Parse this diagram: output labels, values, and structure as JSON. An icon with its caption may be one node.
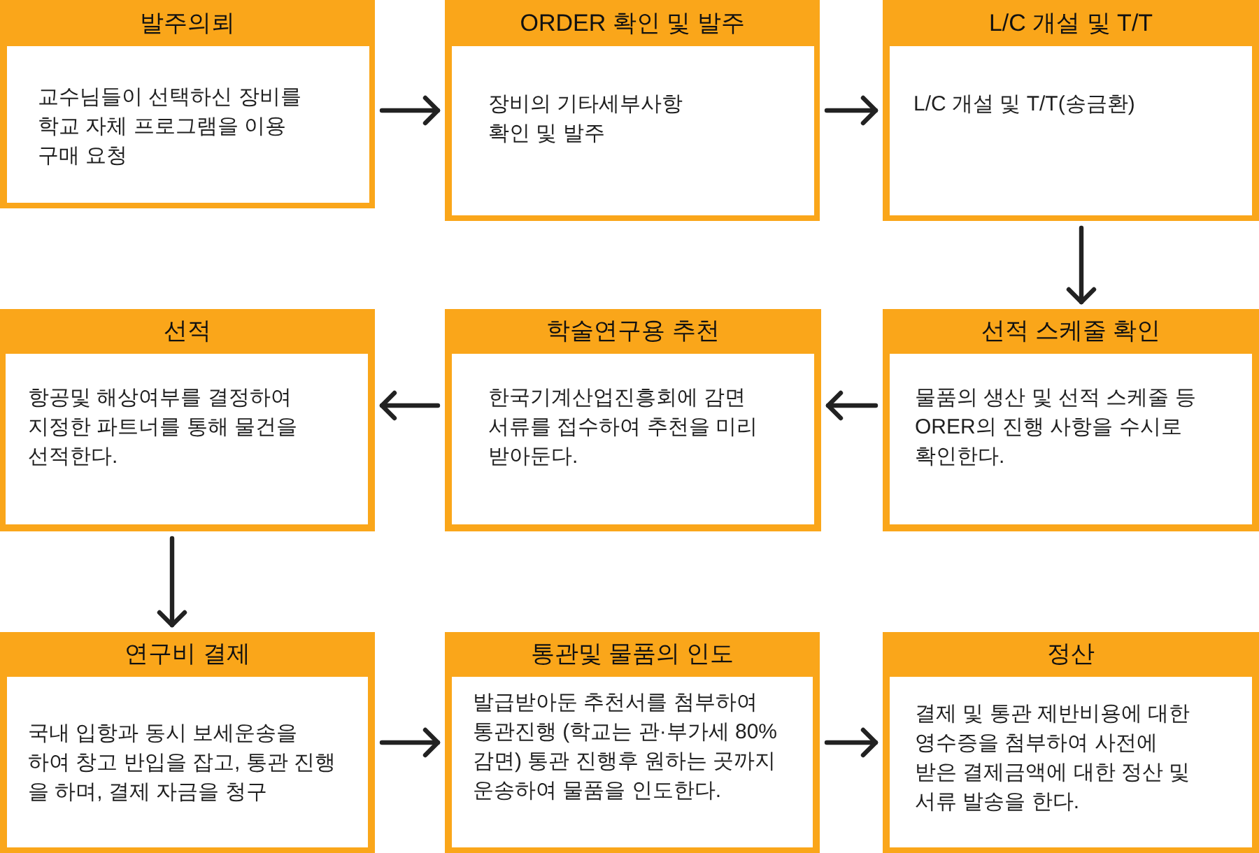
{
  "diagram": {
    "nodes": [
      {
        "text": [
          "발주의뢰",
          "교수님들이 선택하신 장비를 학교 자체 프로그램을 이용 구매 요청"
        ]
      },
      {
        "text": [
          "ORDER 확인 및 발주",
          "장비의 기타세부사항 확인 및 발주"
        ]
      },
      {
        "text": [
          "L/C 개설 및 T/T",
          "L/C 개설 및 T/T(송금환)"
        ]
      },
      {
        "text": [
          "선적",
          "항공및 해상여부를 결정하여 지정한 파트너를 통해 물건을 선적한다."
        ]
      },
      {
        "text": [
          "학술연구용 추천",
          "한국기계산업진흥회에 감면 서류를 접수하여 추천을 미리 받아둔다."
        ]
      },
      {
        "text": [
          "선적 스케줄 확인",
          "물품의 생산 및 선적 스케줄 등 ORER의 진행 사항을 수시로 확인한다."
        ]
      },
      {
        "text": [
          "연구비 결제",
          "국내 입항과 동시 보세운송을 하여 창고 반입을 잡고, 통관 진행 을 하며, 결제 자금을 청구"
        ]
      },
      {
        "text": [
          "통관및 물품의 인도",
          "발급받아둔 추천서를 첨부하여 통관진행 (학교는 관·부가세 80% 감면) 통관 진행후 원하는 곳까지 운송하여 물품을 인도한다."
        ]
      },
      {
        "text": [
          "정산",
          "결제 및 통관 제반비용에 대한 영수증을 첨부하여 사전에 받은 결제금액에 대한 정산 및 서류 발송을 한다."
        ]
      }
    ],
    "edges": [
      {
        "from": 0,
        "to": 1,
        "arrow": "to"
      },
      {
        "from": 1,
        "to": 2,
        "arrow": "to"
      },
      {
        "from": 2,
        "to": 5,
        "arrow": "to"
      },
      {
        "from": 5,
        "to": 4,
        "arrow": "to"
      },
      {
        "from": 4,
        "to": 3,
        "arrow": "to"
      },
      {
        "from": 3,
        "to": 6,
        "arrow": "to"
      },
      {
        "from": 6,
        "to": 7,
        "arrow": "to"
      },
      {
        "from": 7,
        "to": 8,
        "arrow": "to"
      }
    ]
  }
}
